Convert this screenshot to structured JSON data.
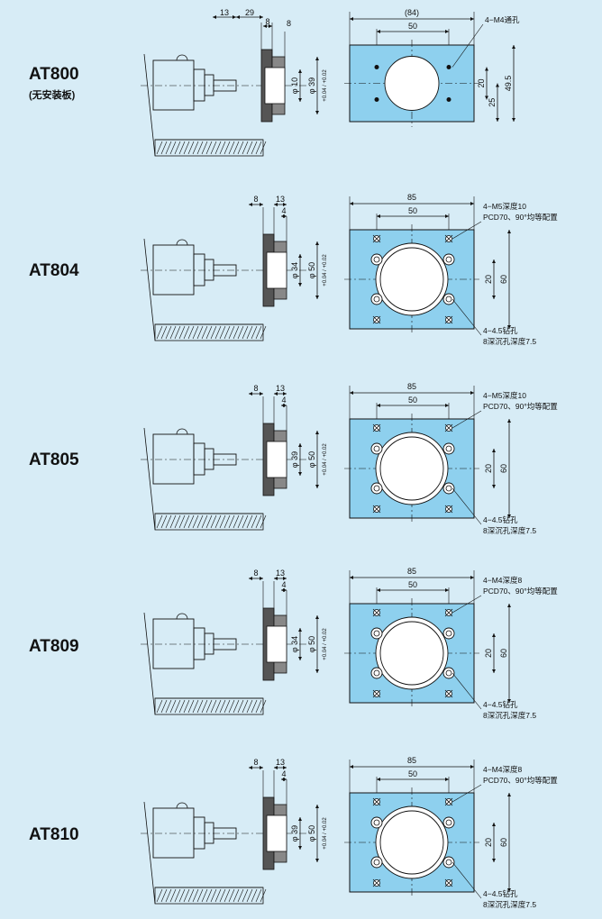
{
  "sections": [
    {
      "model": "AT800",
      "sub": "(无安装板)",
      "side": {
        "d1": "13",
        "d2": "29",
        "d3": "8",
        "dia_small": "φ 10",
        "dia_big": "φ 39",
        "tol": "+0.04 / +0.02"
      },
      "front": {
        "top": "(84)",
        "inner": "50",
        "v1": "20",
        "v2": "25",
        "v3": "49.5",
        "note1": "4−M4通孔"
      }
    },
    {
      "model": "AT804",
      "side": {
        "d1": "8",
        "d2": "13",
        "d3": "4",
        "dia_small": "φ 34",
        "dia_big": "φ 50",
        "tol": "+0.04 / +0.02"
      },
      "front": {
        "top": "85",
        "inner": "50",
        "v1": "20",
        "v2": "60",
        "note1": "4−M5深度10",
        "note2": "PCD70、90°均等配置",
        "note3": "4−4.5钻孔",
        "note4": "8深沉孔深度7.5"
      }
    },
    {
      "model": "AT805",
      "side": {
        "d1": "8",
        "d2": "13",
        "d3": "4",
        "dia_small": "φ 39",
        "dia_big": "φ 50",
        "tol": "+0.04 / +0.02"
      },
      "front": {
        "top": "85",
        "inner": "50",
        "v1": "20",
        "v2": "60",
        "note1": "4−M5深度10",
        "note2": "PCD70、90°均等配置",
        "note3": "4−4.5钻孔",
        "note4": "8深沉孔深度7.5"
      }
    },
    {
      "model": "AT809",
      "side": {
        "d1": "8",
        "d2": "13",
        "d3": "4",
        "dia_small": "φ 34",
        "dia_big": "φ 50",
        "tol": "+0.04 / +0.02"
      },
      "front": {
        "top": "85",
        "inner": "50",
        "v1": "20",
        "v2": "60",
        "note1": "4−M4深度8",
        "note2": "PCD70、90°均等配置",
        "note3": "4−4.5钻孔",
        "note4": "8深沉孔深度7.5"
      }
    },
    {
      "model": "AT810",
      "side": {
        "d1": "8",
        "d2": "13",
        "d3": "4",
        "dia_small": "φ 39",
        "dia_big": "φ 50",
        "tol": "+0.04 / +0.02"
      },
      "front": {
        "top": "85",
        "inner": "50",
        "v1": "20",
        "v2": "60",
        "note1": "4−M4深度8",
        "note2": "PCD70、90°均等配置",
        "note3": "4−4.5钻孔",
        "note4": "8深沉孔深度7.5"
      }
    }
  ],
  "colors": {
    "background": "#d7ecf6",
    "plate": "#8ed0ee",
    "line": "#111111"
  }
}
